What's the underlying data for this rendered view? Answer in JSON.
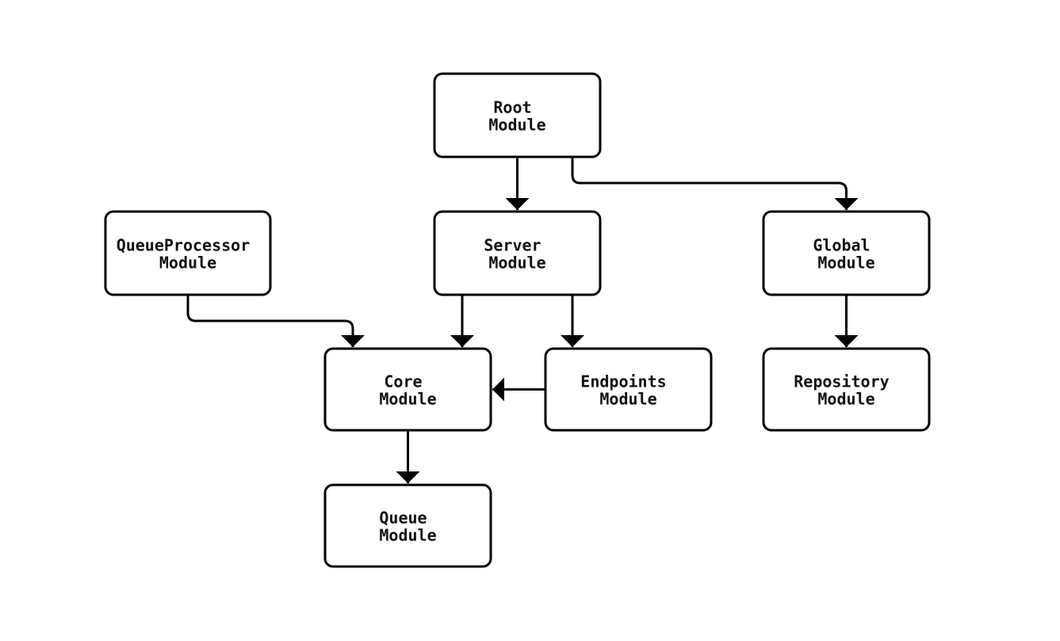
{
  "diagram": {
    "type": "module-dependency-flowchart",
    "colors": {
      "background": "#ffffff",
      "node_fill": "#ffffff",
      "node_stroke": "#000000",
      "edge_stroke": "#000000",
      "text": "#111111"
    },
    "nodes": [
      {
        "id": "root-module",
        "label_line1": "Root",
        "label_line2": "Module"
      },
      {
        "id": "queueprocessor-module",
        "label_line1": "QueueProcessor",
        "label_line2": "Module"
      },
      {
        "id": "server-module",
        "label_line1": "Server",
        "label_line2": "Module"
      },
      {
        "id": "global-module",
        "label_line1": "Global",
        "label_line2": "Module"
      },
      {
        "id": "core-module",
        "label_line1": "Core",
        "label_line2": "Module"
      },
      {
        "id": "endpoints-module",
        "label_line1": "Endpoints",
        "label_line2": "Module"
      },
      {
        "id": "repository-module",
        "label_line1": "Repository",
        "label_line2": "Module"
      },
      {
        "id": "queue-module",
        "label_line1": "Queue",
        "label_line2": "Module"
      }
    ],
    "edges": [
      {
        "from": "root-module",
        "to": "server-module"
      },
      {
        "from": "root-module",
        "to": "global-module"
      },
      {
        "from": "queueprocessor-module",
        "to": "core-module"
      },
      {
        "from": "server-module",
        "to": "core-module"
      },
      {
        "from": "server-module",
        "to": "endpoints-module"
      },
      {
        "from": "endpoints-module",
        "to": "core-module"
      },
      {
        "from": "global-module",
        "to": "repository-module"
      },
      {
        "from": "core-module",
        "to": "queue-module"
      }
    ]
  }
}
